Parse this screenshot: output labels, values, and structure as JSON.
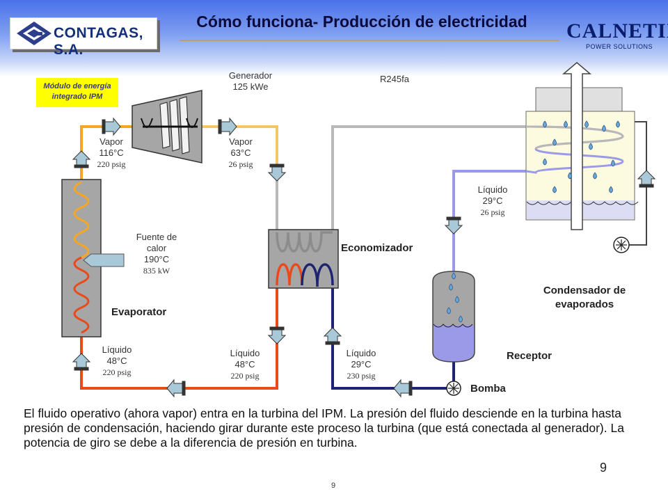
{
  "header": {
    "title": "Cómo funciona- Producción de electricidad",
    "left_logo_text": "CONTAGAS, S.A.",
    "right_logo_text": "CALNETIX",
    "right_logo_sub": "POWER SOLUTIONS"
  },
  "labels": {
    "ipm_module": "Módulo de energía integrado IPM",
    "generator_title": "Generador",
    "generator_power": "125 kWe",
    "fluid": "R245fa",
    "vapor_in_title": "Vapor",
    "vapor_in_temp": "116°C",
    "vapor_in_pressure": "220 psig",
    "vapor_out_title": "Vapor",
    "vapor_out_temp": "63°C",
    "vapor_out_pressure": "26 psig",
    "liquid_cond_title": "Líquido",
    "liquid_cond_temp": "29°C",
    "liquid_cond_pressure": "26 psig",
    "heat_title": "Fuente de calor",
    "heat_temp": "190°C",
    "heat_power": "835 kW",
    "economizer": "Economizador",
    "condenser": "Condensador de evaporados",
    "evaporator": "Evaporator",
    "liquid_evap_title": "Líquido",
    "liquid_evap_temp": "48°C",
    "liquid_evap_pressure": "220 psig",
    "liquid_mid_title": "Líquido",
    "liquid_mid_temp": "48°C",
    "liquid_mid_pressure": "220 psig",
    "liquid_pump_title": "Líquido",
    "liquid_pump_temp": "29°C",
    "liquid_pump_pressure": "230 psig",
    "receiver": "Receptor",
    "pump": "Bomba"
  },
  "description": "El fluido operativo (ahora vapor) entra en la turbina del IPM. La presión del fluido desciende en la turbina hasta presión de condensación, haciendo girar durante este proceso la turbina (que está conectada al generador). La potencia de giro se debe a la diferencia de presión en turbina.",
  "page_number": "9",
  "footer_number": "9",
  "colors": {
    "hot_vapor": "#f5a623",
    "cool_vapor": "#f7c46c",
    "gray_line": "#b8b8b8",
    "liquid_red": "#e84a1a",
    "liquid_navy": "#1e2470",
    "liquid_lavender": "#9a9ae8",
    "title_text": "#0a0a3a"
  }
}
